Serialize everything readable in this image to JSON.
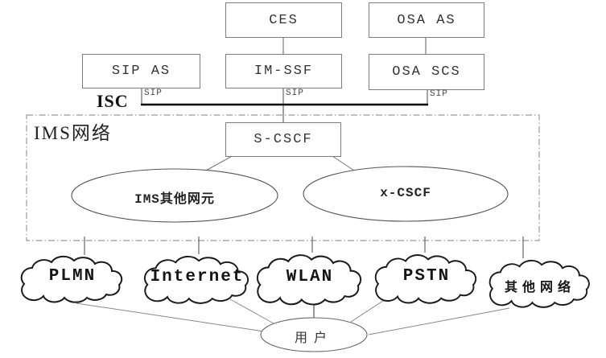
{
  "nodes": {
    "ces": "CES",
    "osa_as": "OSA AS",
    "sip_as": "SIP AS",
    "im_ssf": "IM-SSF",
    "osa_scs": "OSA SCS",
    "s_cscf": "S-CSCF",
    "ims_other": "IMS其他网元",
    "x_cscf": "x-CSCF",
    "user": "用户"
  },
  "labels": {
    "isc": "ISC",
    "sip_as_link": "SIP",
    "im_ssf_link": "SIP",
    "osa_scs_link": "SIP",
    "ims_network": "IMS网络"
  },
  "clouds": [
    {
      "label": "PLMN"
    },
    {
      "label": "Internet"
    },
    {
      "label": "WLAN"
    },
    {
      "label": "PSTN"
    },
    {
      "label": "其他网络"
    }
  ]
}
